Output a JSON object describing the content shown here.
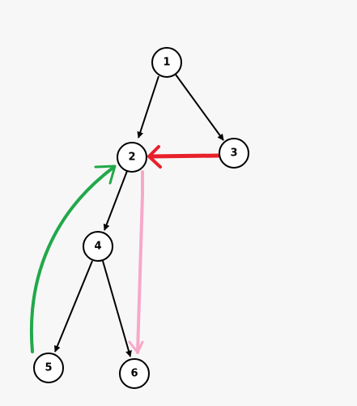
{
  "nodes": [
    {
      "id": "1",
      "label": "1"
    },
    {
      "id": "2",
      "label": "2"
    },
    {
      "id": "3",
      "label": "3"
    },
    {
      "id": "4",
      "label": "4"
    },
    {
      "id": "5",
      "label": "5"
    },
    {
      "id": "6",
      "label": "6"
    }
  ],
  "edges": [
    {
      "from": "1",
      "to": "2",
      "color": "#000000",
      "style": "straight"
    },
    {
      "from": "1",
      "to": "3",
      "color": "#000000",
      "style": "straight"
    },
    {
      "from": "2",
      "to": "4",
      "color": "#000000",
      "style": "straight"
    },
    {
      "from": "4",
      "to": "5",
      "color": "#000000",
      "style": "straight"
    },
    {
      "from": "4",
      "to": "6",
      "color": "#000000",
      "style": "straight"
    },
    {
      "from": "3",
      "to": "2",
      "color": "#e8202a",
      "style": "hand-drawn"
    },
    {
      "from": "2",
      "to": "6",
      "color": "#f7a8c8",
      "style": "hand-drawn"
    },
    {
      "from": "5",
      "to": "2",
      "color": "#22a84a",
      "style": "hand-drawn-curve"
    }
  ]
}
